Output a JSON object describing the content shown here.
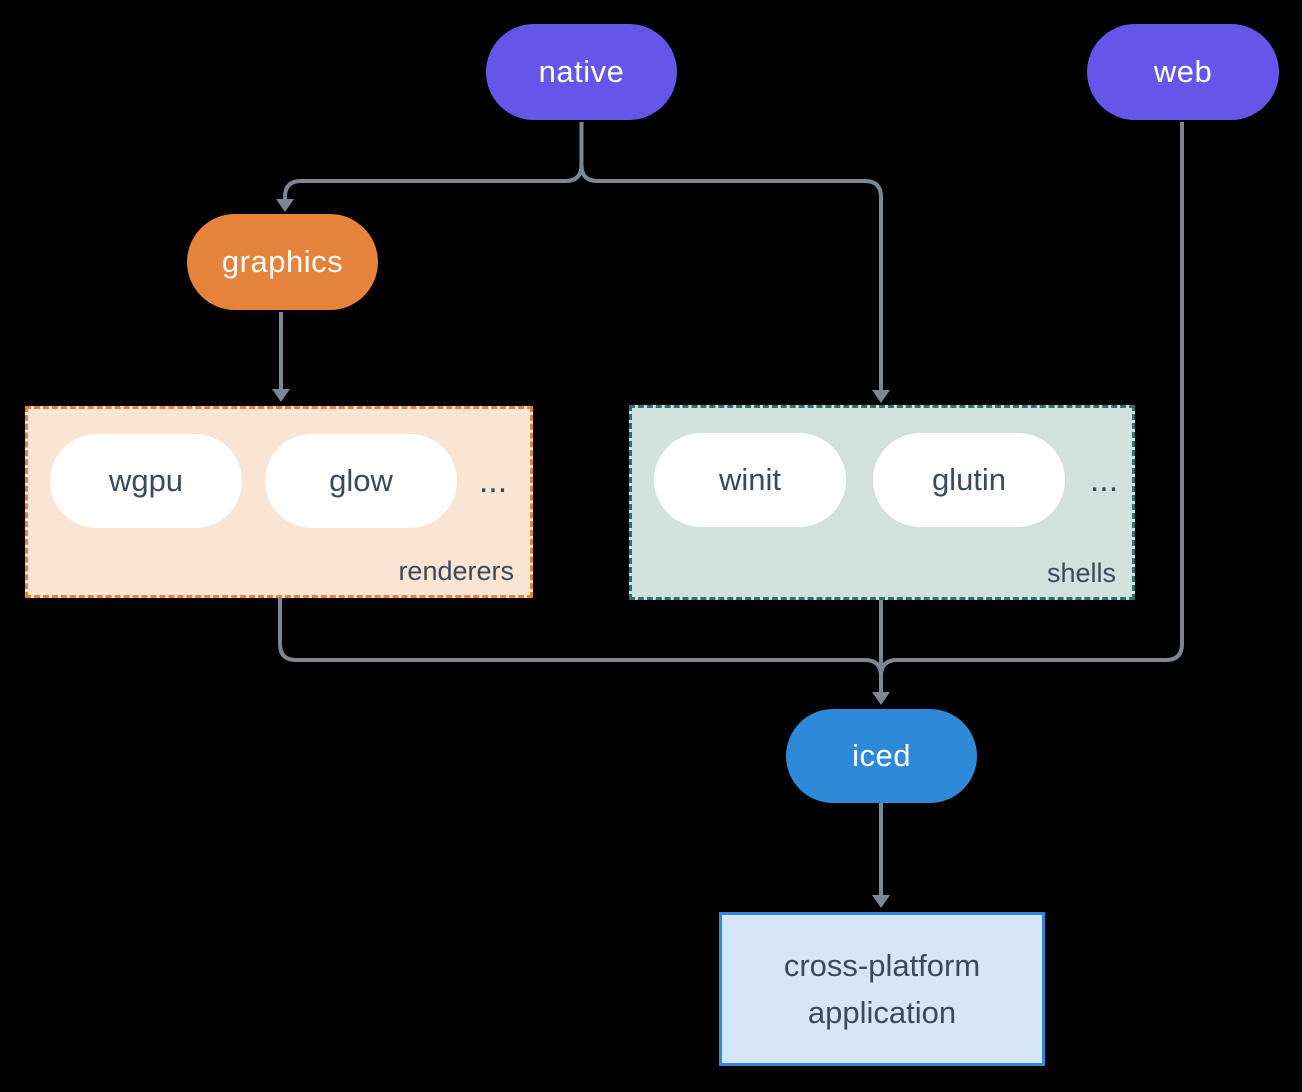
{
  "colors": {
    "background": "#000000",
    "purple": "#6456E8",
    "orange": "#E5823C",
    "blue": "#2E8AD8",
    "line": "#7B8794",
    "renderers_fill": "#FAE5D4",
    "renderers_border": "#E8813C",
    "shells_fill": "#D2E1DB",
    "shells_border": "#26756A",
    "app_fill": "#D7E6F6",
    "app_border": "#3187D9",
    "white": "#FFFFFF",
    "dark_text": "#394A5C"
  },
  "nodes": {
    "native": {
      "label": "native"
    },
    "web": {
      "label": "web"
    },
    "graphics": {
      "label": "graphics"
    },
    "iced": {
      "label": "iced"
    },
    "app": {
      "line1": "cross-platform",
      "line2": "application"
    }
  },
  "groups": {
    "renderers": {
      "label": "renderers",
      "items": [
        "wgpu",
        "glow"
      ],
      "ellipsis": "..."
    },
    "shells": {
      "label": "shells",
      "items": [
        "winit",
        "glutin"
      ],
      "ellipsis": "..."
    }
  },
  "edges": [
    {
      "from": "native",
      "to": "graphics"
    },
    {
      "from": "native",
      "to": "shells"
    },
    {
      "from": "graphics",
      "to": "renderers"
    },
    {
      "from": "renderers",
      "to": "iced"
    },
    {
      "from": "shells",
      "to": "iced"
    },
    {
      "from": "web",
      "to": "iced"
    },
    {
      "from": "iced",
      "to": "cross-platform-application"
    }
  ]
}
